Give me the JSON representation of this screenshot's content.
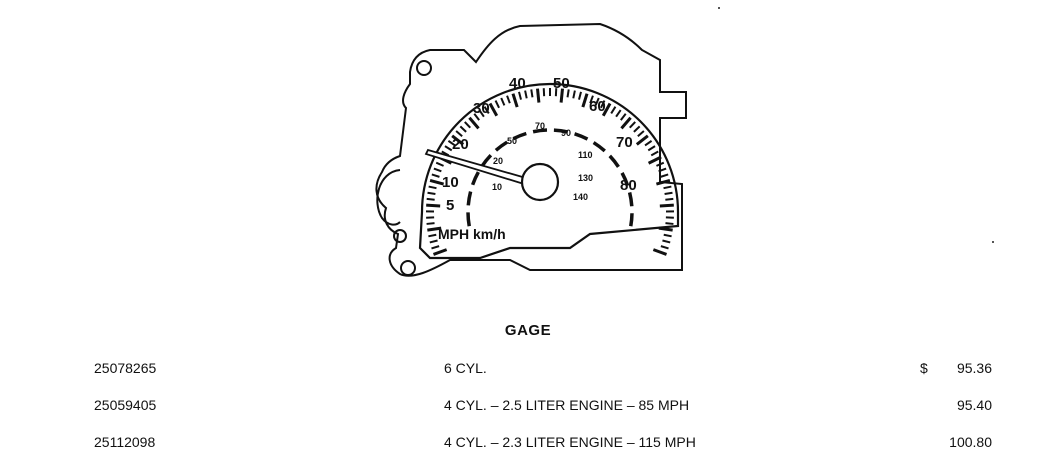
{
  "gauge": {
    "mph_labels": [
      "5",
      "10",
      "20",
      "30",
      "40",
      "50",
      "60",
      "70",
      "80"
    ],
    "kmh_labels": [
      "10",
      "20",
      "50",
      "70",
      "90",
      "110",
      "130",
      "140"
    ],
    "units_label": "MPH km/h"
  },
  "caption": "GAGE",
  "parts": [
    {
      "part_no": "25078265",
      "description": "6 CYL.",
      "currency": "$",
      "price": "95.36"
    },
    {
      "part_no": "25059405",
      "description": "4 CYL. – 2.5 LITER ENGINE – 85 MPH",
      "currency": "",
      "price": "95.40"
    },
    {
      "part_no": "25112098",
      "description": "4 CYL. – 2.3 LITER ENGINE – 115 MPH",
      "currency": "",
      "price": "100.80"
    }
  ]
}
